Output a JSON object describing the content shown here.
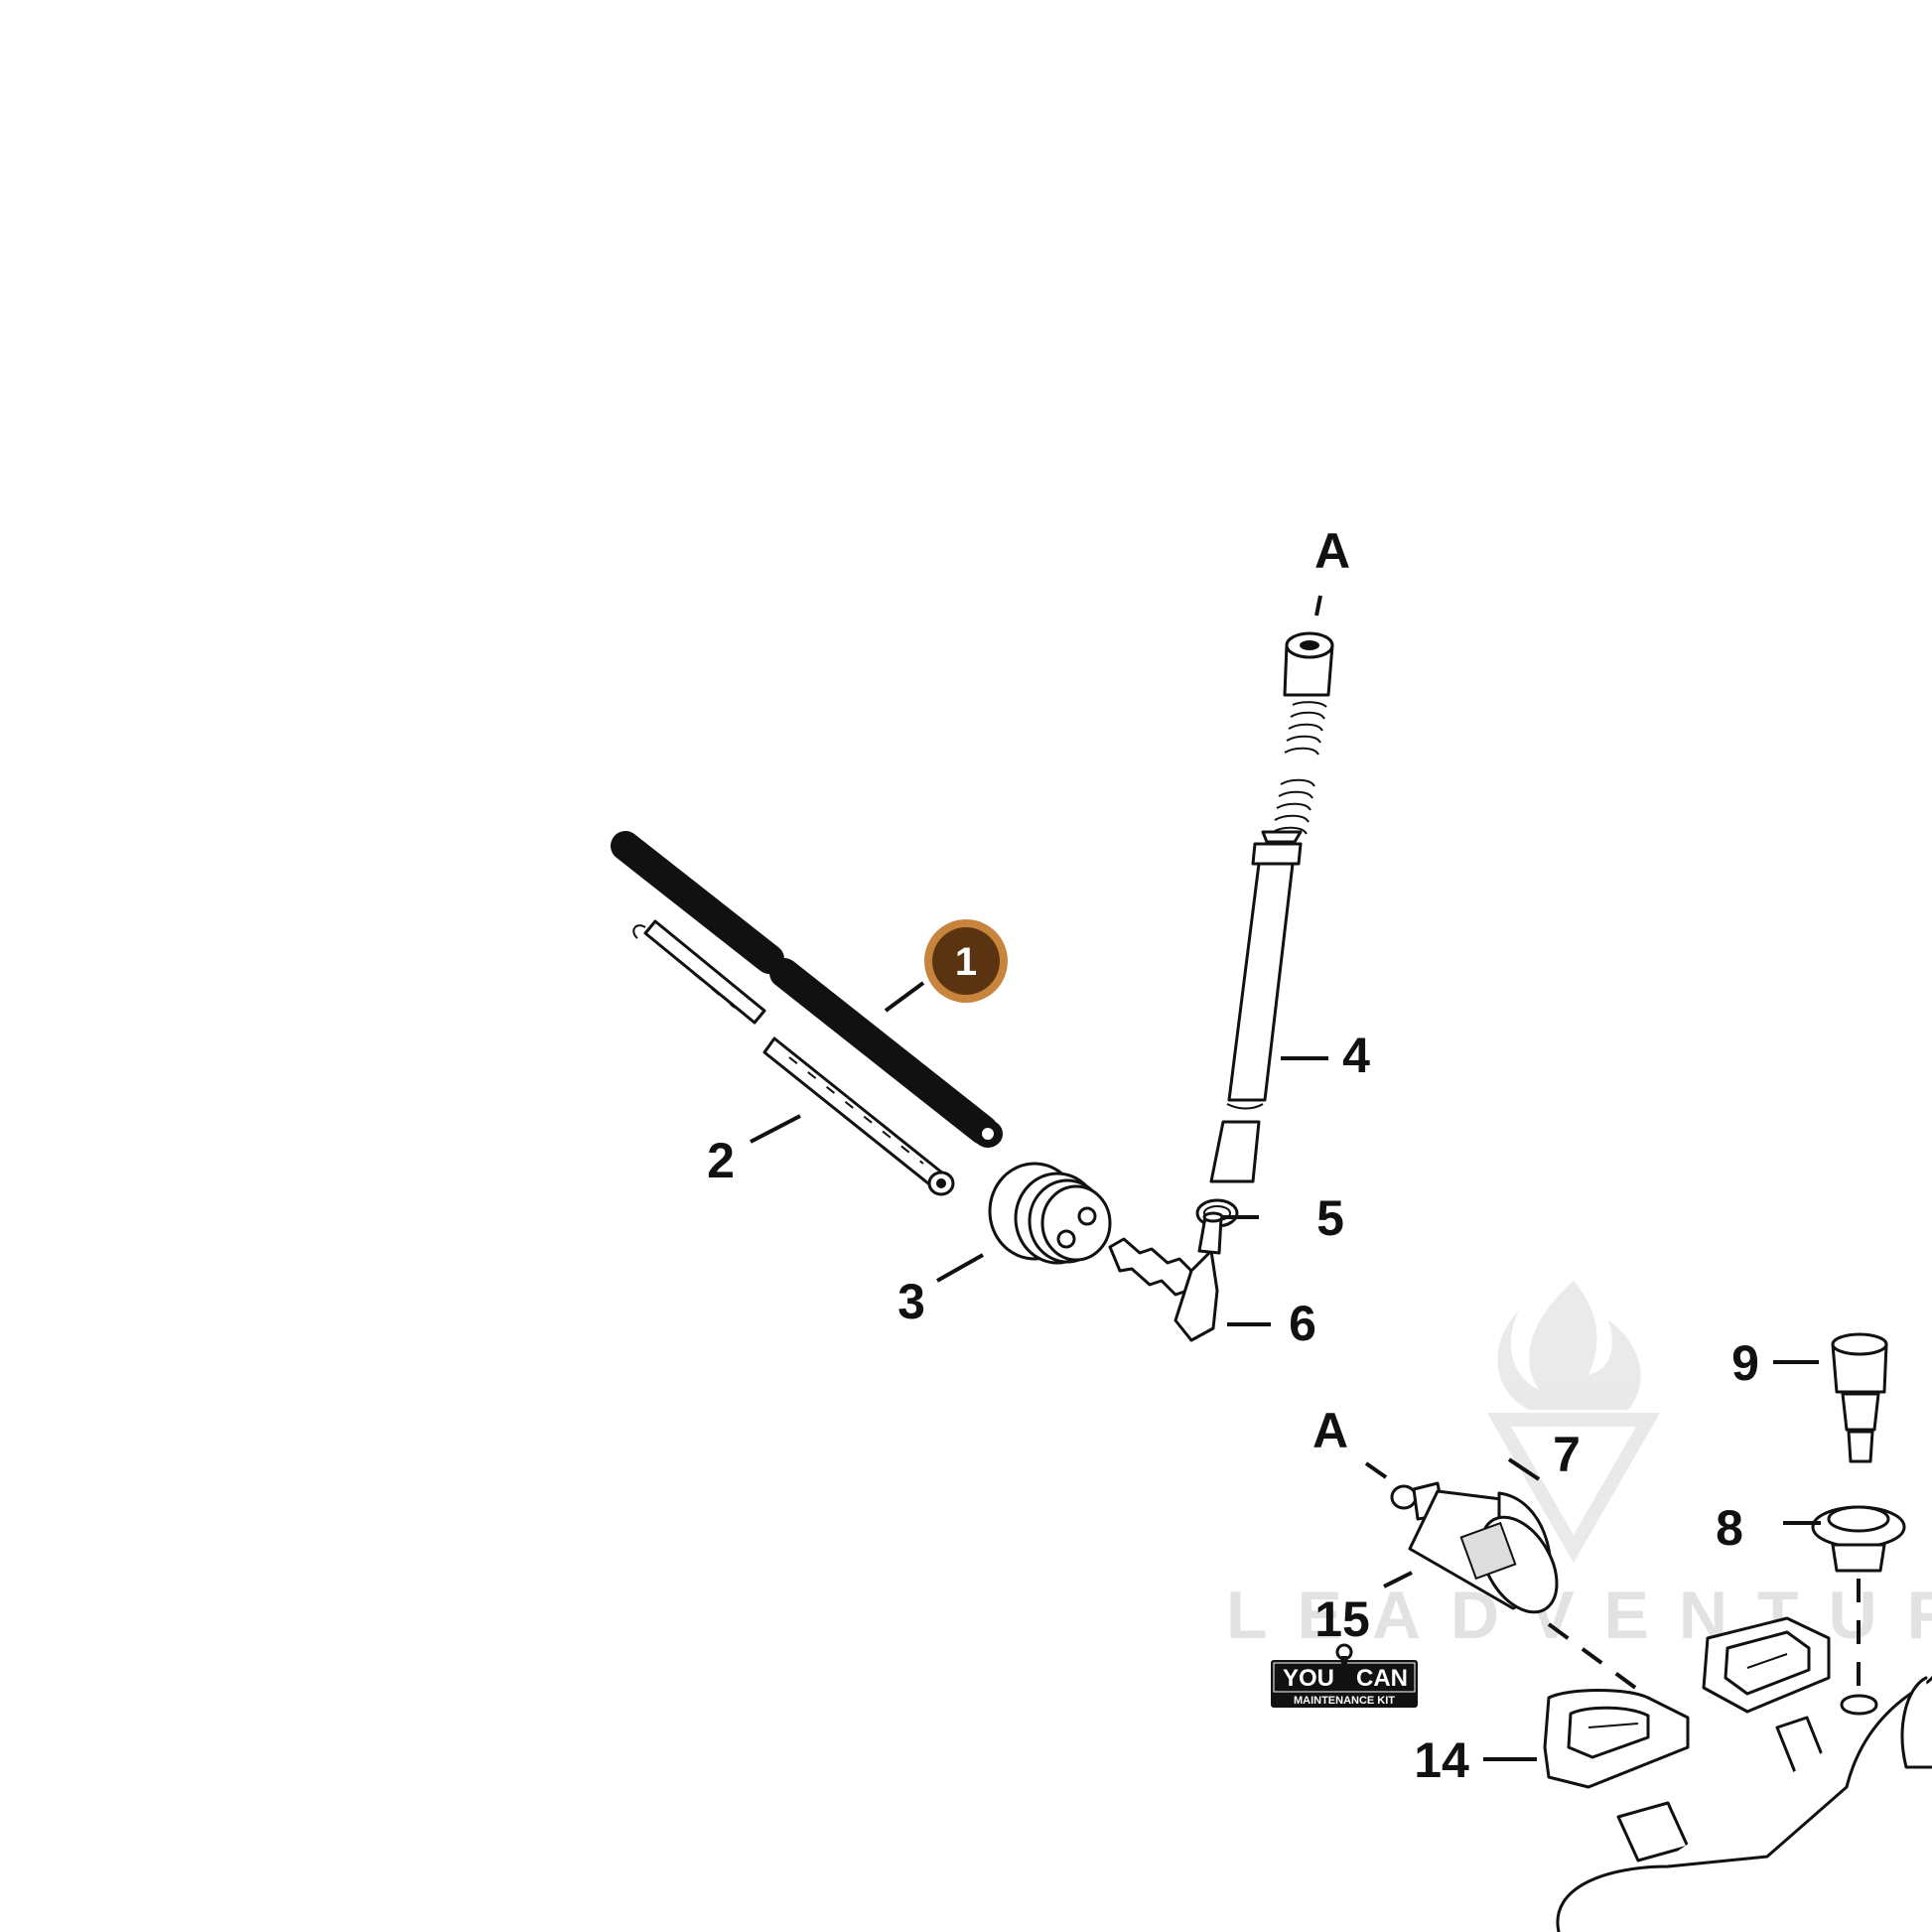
{
  "colors": {
    "highlight_fill": "#5a3410",
    "highlight_ring": "#c8843c",
    "line": "#111111",
    "watermark": "#e2e2e2"
  },
  "highlighted_callout": "1",
  "callouts": {
    "c1": "1",
    "c2": "2",
    "c3": "3",
    "c4": "4",
    "c5": "5",
    "c6": "6",
    "c7": "7",
    "c8": "8",
    "c9": "9",
    "c14": "14",
    "c15": "15"
  },
  "refs": {
    "a_top": "A",
    "a_bottom": "A"
  },
  "watermark": {
    "text": "LEADVENTURE",
    "icon": "flame-v-logo-icon"
  },
  "kit_badge": {
    "line1_left": "YOU",
    "line1_right": "CAN",
    "line2": "MAINTENANCE KIT",
    "icon": "wrench-icon"
  }
}
